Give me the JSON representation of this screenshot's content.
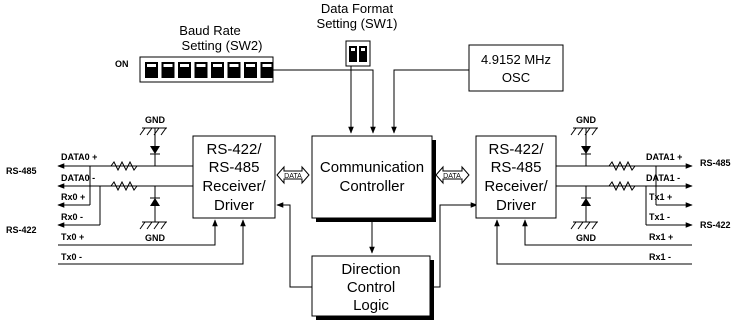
{
  "sw2": {
    "title_line1": "Baud Rate",
    "title_line2": "Setting (SW2)",
    "on_label": "ON",
    "switch_count": 8
  },
  "sw1": {
    "title_line1": "Data Format",
    "title_line2": "Setting (SW1)",
    "switch_count": 2
  },
  "osc": {
    "line1": "4.9152 MHz",
    "line2": "OSC"
  },
  "controller": {
    "line1": "Communication",
    "line2": "Controller"
  },
  "direction": {
    "line1": "Direction",
    "line2": "Control",
    "line3": "Logic"
  },
  "left_driver": {
    "line1": "RS-422/",
    "line2": "RS-485",
    "line3": "Receiver/",
    "line4": "Driver"
  },
  "right_driver": {
    "line1": "RS-422/",
    "line2": "RS-485",
    "line3": "Receiver/",
    "line4": "Driver"
  },
  "bus_label_left": "DATA",
  "bus_label_right": "DATA",
  "left_signals": {
    "gnd_top": "GND",
    "gnd_bottom": "GND",
    "data_plus": "DATA0 +",
    "data_minus": "DATA0 -",
    "rx_plus": "Rx0 +",
    "rx_minus": "Rx0 -",
    "tx_plus": "Tx0 +",
    "tx_minus": "Tx0 -",
    "rs485": "RS-485",
    "rs422": "RS-422"
  },
  "right_signals": {
    "gnd_top": "GND",
    "gnd_bottom": "GND",
    "data_plus": "DATA1 +",
    "data_minus": "DATA1 -",
    "tx_plus": "Tx1 +",
    "tx_minus": "Tx1 -",
    "rx_plus": "Rx1 +",
    "rx_minus": "Rx1 -",
    "rs485": "RS-485",
    "rs422": "RS-422"
  }
}
